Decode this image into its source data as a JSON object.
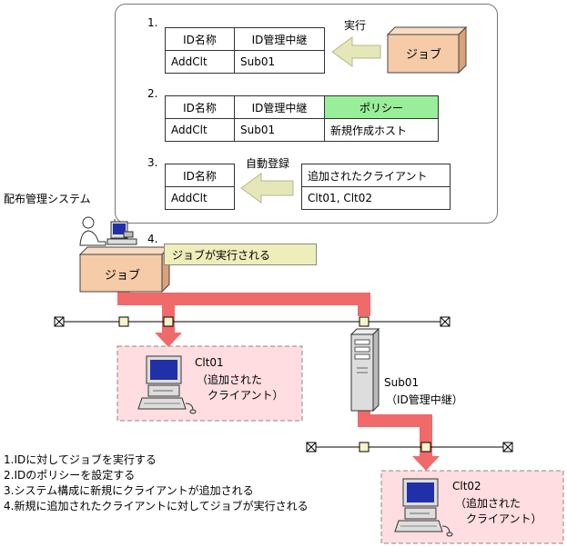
{
  "steps": {
    "s1": "1.",
    "s2": "2.",
    "s3": "3.",
    "s4": "4."
  },
  "table1": {
    "h_name": "ID名称",
    "h_relay": "ID管理中継",
    "v_name": "AddClt",
    "v_relay": "Sub01"
  },
  "table2": {
    "h_name": "ID名称",
    "h_relay": "ID管理中継",
    "h_policy": "ポリシー",
    "v_name": "AddClt",
    "v_relay": "Sub01",
    "v_policy": "新規作成ホスト"
  },
  "table3": {
    "h_name": "ID名称",
    "v_name": "AddClt"
  },
  "table4": {
    "h_added": "追加されたクライアント",
    "v_added": "Clt01, Clt02"
  },
  "labels": {
    "execute": "実行",
    "auto_register": "自動登録",
    "job": "ジョブ",
    "job_main": "ジョブ",
    "distribution_system": "配布管理システム",
    "job_executed": "ジョブが実行される",
    "sub01_name": "Sub01",
    "sub01_desc": "（ID管理中継）"
  },
  "clients": {
    "clt01": {
      "name": "Clt01",
      "line2": "（追加された",
      "line3": "クライアント）"
    },
    "clt02": {
      "name": "Clt02",
      "line2": "（追加された",
      "line3": "クライアント）"
    }
  },
  "legend": [
    "1.IDに対してジョブを実行する",
    "2.IDのポリシーを設定する",
    "3.システム構成に新規にクライアントが追加される",
    "4.新規に追加されたクライアントに対してジョブが実行される"
  ],
  "colors": {
    "route": "#f06a6a",
    "policy": "#99ee99",
    "job_box": "#f5cba8",
    "client_bg": "#ffdde0",
    "note_bg": "#eeeebb",
    "arrow_fill": "#e5e7b8"
  }
}
